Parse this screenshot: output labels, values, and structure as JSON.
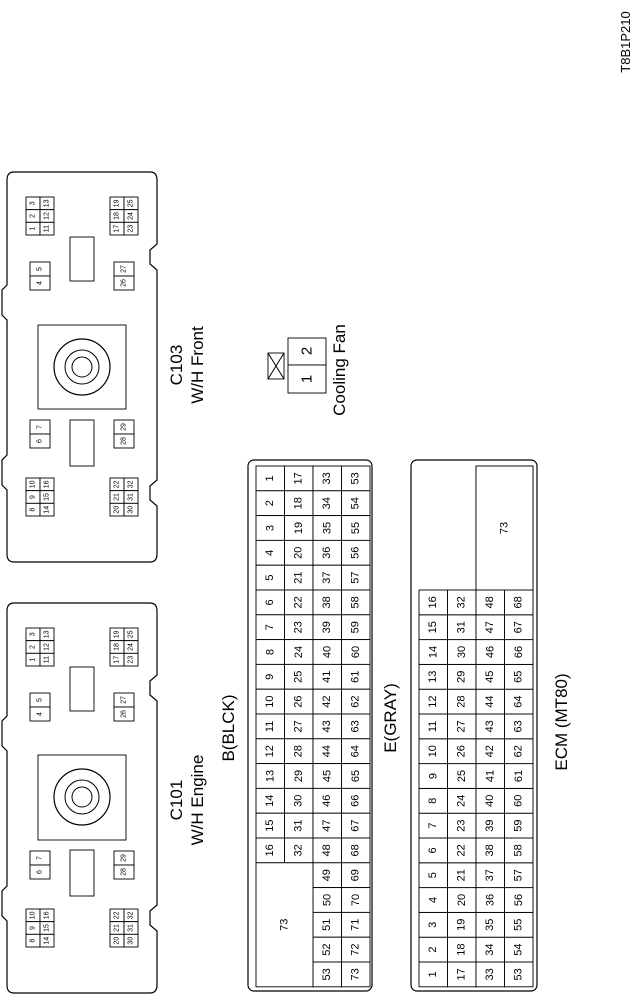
{
  "figure_id": "T8B1P210",
  "c103": {
    "code": "C103",
    "desc": "W/H Front"
  },
  "c101": {
    "code": "C101",
    "desc": "W/H Engine"
  },
  "cooling_fan": {
    "label": "Cooling Fan",
    "pins": [
      "1",
      "2"
    ]
  },
  "ecm": {
    "label": "ECM (MT80)",
    "b_label": "B(BLCK)",
    "e_label": "E(GRAY)",
    "wide_pin": "73"
  },
  "c_connector_blocks": [
    [
      "10",
      "9",
      "8",
      "16",
      "15",
      "14"
    ],
    [
      "7",
      "6"
    ],
    [
      "5",
      "4"
    ],
    [
      "3",
      "2",
      "1",
      "13",
      "12",
      "11"
    ],
    [
      "22",
      "21",
      "20",
      "32",
      "31",
      "30"
    ],
    [
      "29",
      "28"
    ],
    [
      "27",
      "26"
    ],
    [
      "19",
      "18",
      "17",
      "25",
      "24",
      "23"
    ]
  ]
}
